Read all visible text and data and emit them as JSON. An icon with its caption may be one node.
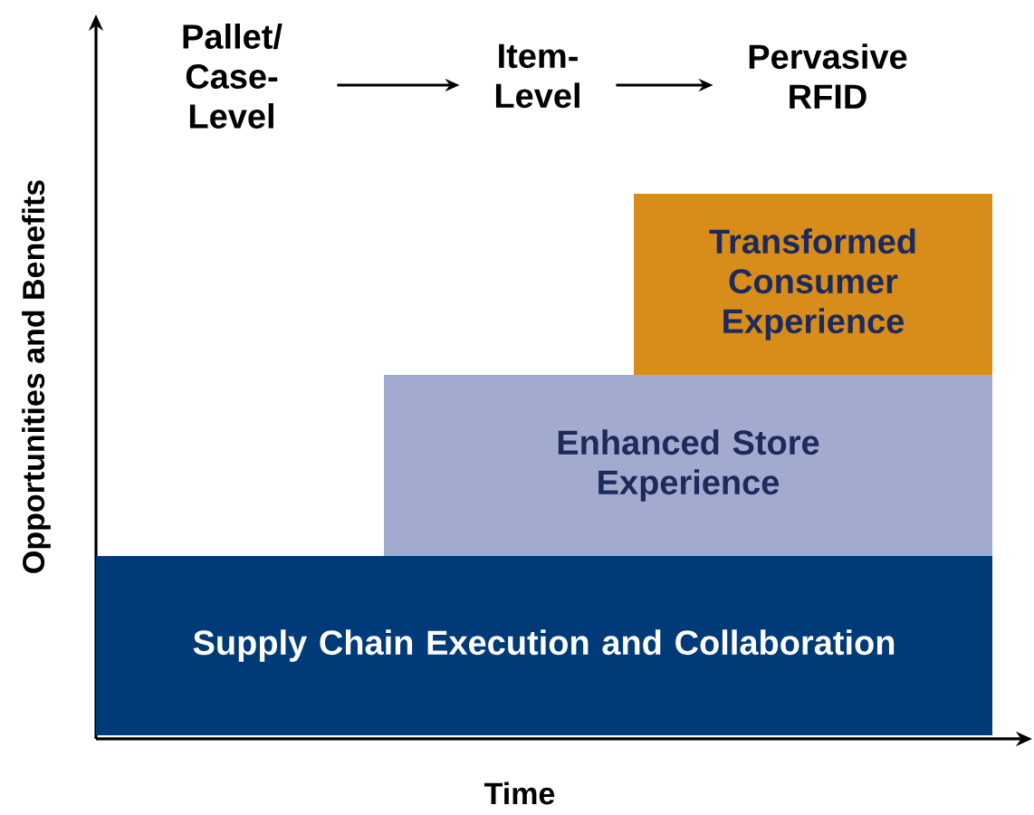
{
  "diagram": {
    "nodes": [
      {
        "text": [
          "Pallet/ Case-Level"
        ]
      },
      {
        "text": [
          "Item- Level"
        ]
      },
      {
        "text": [
          "Pervasive RFID"
        ]
      },
      {
        "text": [
          "Transformed Consumer Experience"
        ]
      },
      {
        "text": [
          "Enhanced Store Experience"
        ]
      },
      {
        "text": [
          "Supply Chain Execution and Collaboration"
        ]
      }
    ],
    "edges": [
      {
        "from": 0,
        "to": 1,
        "arrow": "to"
      },
      {
        "from": 1,
        "to": 2,
        "arrow": "to"
      }
    ],
    "labels": [
      "Opportunities and Benefits",
      "Time"
    ]
  }
}
